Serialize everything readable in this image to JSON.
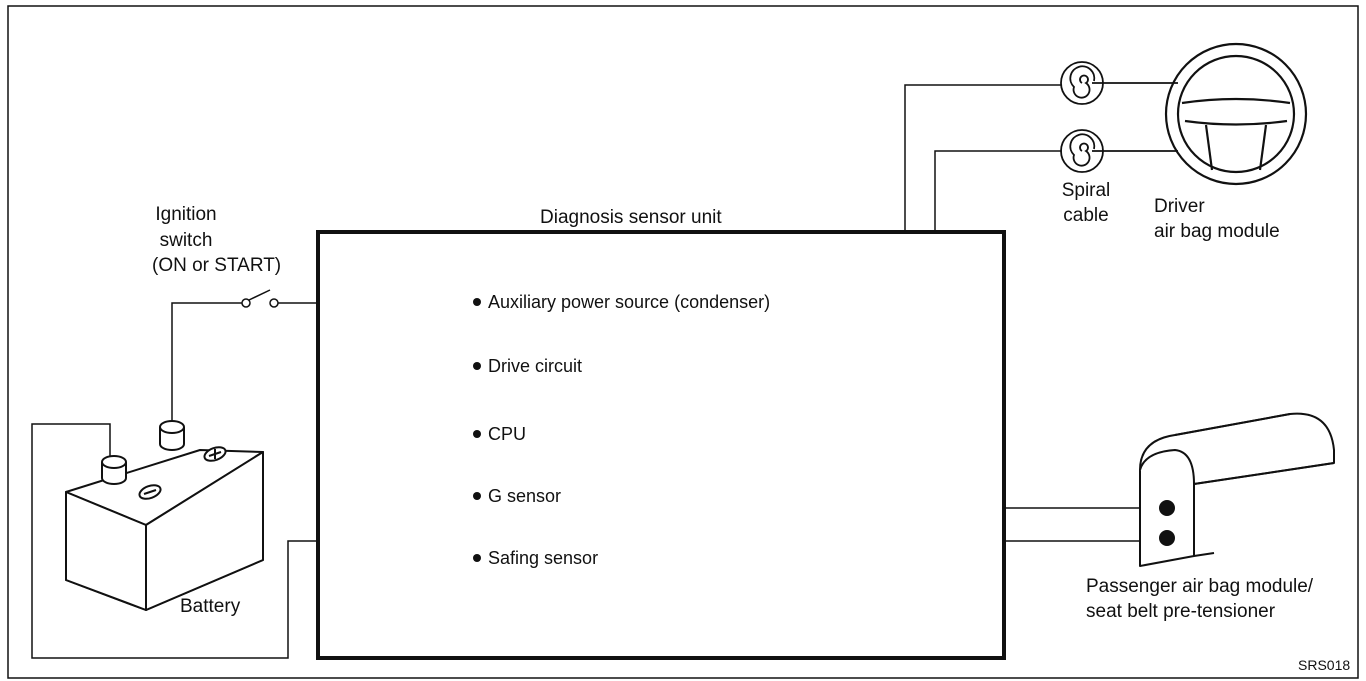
{
  "title": "Diagnosis sensor unit",
  "figure_code": "SRS018",
  "unit_features": [
    "Auxiliary power source  (condenser)",
    "Drive circuit",
    "CPU",
    "G sensor",
    "Safing sensor"
  ],
  "labels": {
    "ignition_switch": [
      "Ignition",
      "switch",
      "(ON or START)"
    ],
    "battery": "Battery",
    "spiral_cable": [
      "Spiral",
      "cable"
    ],
    "driver_module": [
      "Driver",
      "air bag module"
    ],
    "passenger_module": [
      "Passenger air bag module/",
      "seat belt pre-tensioner"
    ]
  },
  "battery_terminal_marks": [
    "-",
    "+"
  ]
}
